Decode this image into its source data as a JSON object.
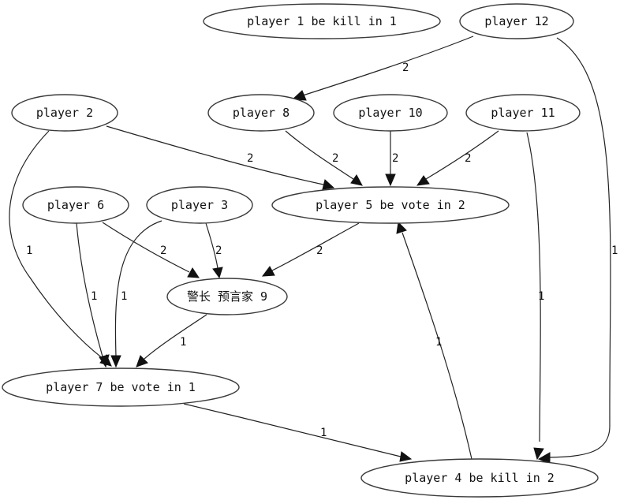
{
  "nodes": {
    "n_kill1": "player 1 be kill in 1",
    "n_p12": "player 12",
    "n_p2": "player 2",
    "n_p8": "player 8",
    "n_p10": "player 10",
    "n_p11": "player 11",
    "n_p6": "player 6",
    "n_p3": "player 3",
    "n_vote5": "player 5 be vote in 2",
    "n_chief": "警长 预言家 9",
    "n_vote7": "player 7 be vote in 1",
    "n_kill4": "player 4 be kill in 2"
  },
  "edges": [
    {
      "from": "player 12",
      "to": "player 8",
      "label": "2"
    },
    {
      "from": "player 12",
      "to": "player 4 be kill in 2",
      "label": "1"
    },
    {
      "from": "player 2",
      "to": "player 5 be vote in 2",
      "label": "2"
    },
    {
      "from": "player 2",
      "to": "player 7 be vote in 1",
      "label": "1"
    },
    {
      "from": "player 8",
      "to": "player 5 be vote in 2",
      "label": "2"
    },
    {
      "from": "player 10",
      "to": "player 5 be vote in 2",
      "label": "2"
    },
    {
      "from": "player 11",
      "to": "player 5 be vote in 2",
      "label": "2"
    },
    {
      "from": "player 11",
      "to": "player 4 be kill in 2",
      "label": "1"
    },
    {
      "from": "player 6",
      "to": "警长 预言家 9",
      "label": "2"
    },
    {
      "from": "player 6",
      "to": "player 7 be vote in 1",
      "label": "1"
    },
    {
      "from": "player 3",
      "to": "警长 预言家 9",
      "label": "2"
    },
    {
      "from": "player 3",
      "to": "player 7 be vote in 1",
      "label": "1"
    },
    {
      "from": "player 5 be vote in 2",
      "to": "警长 预言家 9",
      "label": "2"
    },
    {
      "from": "警长 预言家 9",
      "to": "player 7 be vote in 1",
      "label": "1"
    },
    {
      "from": "player 7 be vote in 1",
      "to": "player 4 be kill in 2",
      "label": "1"
    },
    {
      "from": "player 4 be kill in 2",
      "to": "player 5 be vote in 2",
      "label": "1"
    }
  ]
}
